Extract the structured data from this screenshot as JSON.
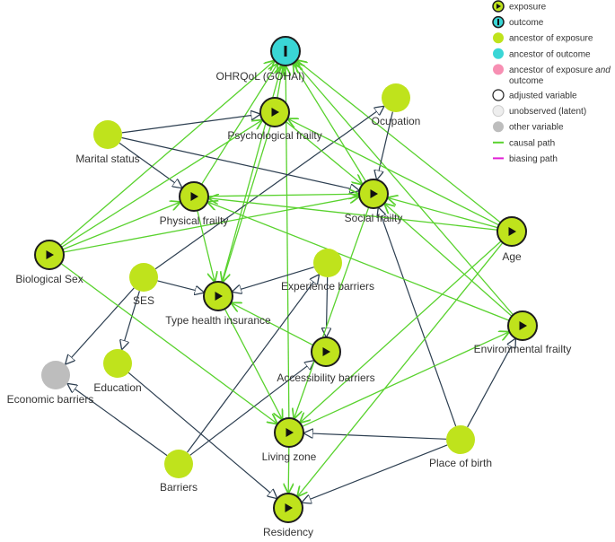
{
  "colors": {
    "exposure": "#bfe31c",
    "outcome": "#3ad6d6",
    "ancestor_exposure": "#bfe31c",
    "ancestor_outcome": "#3ad6d6",
    "ancestor_both": "#f78fb3",
    "latent": "#bdbdbd",
    "causal_path": "#59d22e",
    "biasing_path": "#e11fd6",
    "arrow_dark": "#2c3e50"
  },
  "legend": [
    {
      "key": "exposure",
      "label": "exposure",
      "icon": "exposure-play-icon"
    },
    {
      "key": "outcome",
      "label": "outcome",
      "icon": "outcome-bar-icon"
    },
    {
      "key": "ancestor_exposure",
      "label": "ancestor of exposure",
      "icon": "circle-icon"
    },
    {
      "key": "ancestor_outcome",
      "label": "ancestor of outcome",
      "icon": "circle-icon"
    },
    {
      "key": "ancestor_both",
      "label": "ancestor of exposure and outcome",
      "icon": "circle-icon"
    },
    {
      "key": "adjusted",
      "label": "adjusted variable",
      "icon": "circle-outline-icon"
    },
    {
      "key": "unobserved",
      "label": "unobserved (latent)",
      "icon": "circle-light-icon"
    },
    {
      "key": "other",
      "label": "other variable",
      "icon": "circle-gray-icon"
    },
    {
      "key": "causal",
      "label": "causal path",
      "icon": "line-green-icon"
    },
    {
      "key": "biasing",
      "label": "biasing path",
      "icon": "line-magenta-icon"
    }
  ],
  "nodes": [
    {
      "id": "ohrqol",
      "label": "OHRQoL (GOHAI)",
      "type": "outcome"
    },
    {
      "id": "psych",
      "label": "Psychological frailty",
      "type": "exposure"
    },
    {
      "id": "ocup",
      "label": "Ocupation",
      "type": "ancestor"
    },
    {
      "id": "marital",
      "label": "Marital status",
      "type": "ancestor"
    },
    {
      "id": "phys",
      "label": "Physical frailty",
      "type": "exposure"
    },
    {
      "id": "social",
      "label": "Social frailty",
      "type": "exposure"
    },
    {
      "id": "age",
      "label": "Age",
      "type": "exposure"
    },
    {
      "id": "bio",
      "label": "Biological Sex",
      "type": "exposure"
    },
    {
      "id": "ses",
      "label": "SES",
      "type": "ancestor"
    },
    {
      "id": "exp",
      "label": "Experience barriers",
      "type": "ancestor"
    },
    {
      "id": "tins",
      "label": "Type health insurance",
      "type": "exposure"
    },
    {
      "id": "env",
      "label": "Environmental frailty",
      "type": "exposure"
    },
    {
      "id": "acc",
      "label": "Accessibility barriers",
      "type": "exposure"
    },
    {
      "id": "econ",
      "label": "Economic barriers",
      "type": "other"
    },
    {
      "id": "edu",
      "label": "Education",
      "type": "ancestor"
    },
    {
      "id": "living",
      "label": "Living zone",
      "type": "exposure"
    },
    {
      "id": "pob",
      "label": "Place of birth",
      "type": "ancestor"
    },
    {
      "id": "barriers",
      "label": "Barriers",
      "type": "ancestor"
    },
    {
      "id": "res",
      "label": "Residency",
      "type": "exposure"
    }
  ],
  "edges": [
    {
      "from": "psych",
      "to": "ohrqol",
      "kind": "causal"
    },
    {
      "from": "phys",
      "to": "ohrqol",
      "kind": "causal"
    },
    {
      "from": "social",
      "to": "ohrqol",
      "kind": "causal"
    },
    {
      "from": "age",
      "to": "ohrqol",
      "kind": "causal"
    },
    {
      "from": "bio",
      "to": "ohrqol",
      "kind": "causal"
    },
    {
      "from": "tins",
      "to": "ohrqol",
      "kind": "causal"
    },
    {
      "from": "living",
      "to": "ohrqol",
      "kind": "causal"
    },
    {
      "from": "env",
      "to": "ohrqol",
      "kind": "causal"
    },
    {
      "from": "marital",
      "to": "psych",
      "kind": "dark"
    },
    {
      "from": "marital",
      "to": "phys",
      "kind": "dark"
    },
    {
      "from": "marital",
      "to": "social",
      "kind": "dark"
    },
    {
      "from": "ocup",
      "to": "social",
      "kind": "dark"
    },
    {
      "from": "ses",
      "to": "ocup",
      "kind": "dark"
    },
    {
      "from": "ses",
      "to": "tins",
      "kind": "dark"
    },
    {
      "from": "ses",
      "to": "econ",
      "kind": "dark"
    },
    {
      "from": "ses",
      "to": "edu",
      "kind": "dark"
    },
    {
      "from": "exp",
      "to": "tins",
      "kind": "dark"
    },
    {
      "from": "exp",
      "to": "acc",
      "kind": "dark"
    },
    {
      "from": "barriers",
      "to": "econ",
      "kind": "dark"
    },
    {
      "from": "barriers",
      "to": "acc",
      "kind": "dark"
    },
    {
      "from": "barriers",
      "to": "exp",
      "kind": "dark"
    },
    {
      "from": "edu",
      "to": "res",
      "kind": "dark"
    },
    {
      "from": "pob",
      "to": "living",
      "kind": "dark"
    },
    {
      "from": "pob",
      "to": "res",
      "kind": "dark"
    },
    {
      "from": "pob",
      "to": "social",
      "kind": "dark"
    },
    {
      "from": "pob",
      "to": "env",
      "kind": "dark"
    },
    {
      "from": "bio",
      "to": "psych",
      "kind": "causal"
    },
    {
      "from": "bio",
      "to": "phys",
      "kind": "causal"
    },
    {
      "from": "bio",
      "to": "social",
      "kind": "causal"
    },
    {
      "from": "bio",
      "to": "living",
      "kind": "causal"
    },
    {
      "from": "age",
      "to": "psych",
      "kind": "causal"
    },
    {
      "from": "age",
      "to": "phys",
      "kind": "causal"
    },
    {
      "from": "age",
      "to": "social",
      "kind": "causal"
    },
    {
      "from": "age",
      "to": "living",
      "kind": "causal"
    },
    {
      "from": "age",
      "to": "res",
      "kind": "causal"
    },
    {
      "from": "phys",
      "to": "social",
      "kind": "causal"
    },
    {
      "from": "phys",
      "to": "tins",
      "kind": "causal"
    },
    {
      "from": "psych",
      "to": "tins",
      "kind": "causal"
    },
    {
      "from": "psych",
      "to": "social",
      "kind": "causal"
    },
    {
      "from": "tins",
      "to": "living",
      "kind": "causal"
    },
    {
      "from": "acc",
      "to": "tins",
      "kind": "causal"
    },
    {
      "from": "living",
      "to": "res",
      "kind": "causal"
    },
    {
      "from": "living",
      "to": "env",
      "kind": "causal"
    },
    {
      "from": "env",
      "to": "phys",
      "kind": "causal"
    },
    {
      "from": "env",
      "to": "social",
      "kind": "causal"
    },
    {
      "from": "social",
      "to": "living",
      "kind": "causal"
    }
  ]
}
